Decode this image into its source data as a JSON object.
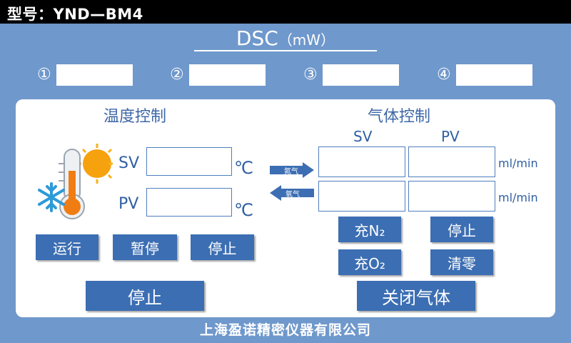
{
  "header": {
    "model_label": "型号：YND—BM4"
  },
  "title": {
    "main": "DSC",
    "unit": "（mW）"
  },
  "slots": [
    {
      "num": "①"
    },
    {
      "num": "②"
    },
    {
      "num": "③"
    },
    {
      "num": "④"
    }
  ],
  "temp": {
    "title": "温度控制",
    "sv_label": "SV",
    "pv_label": "PV",
    "sv_value": "",
    "pv_value": "",
    "unit": "℃",
    "run_label": "运行",
    "pause_label": "暂停",
    "stop_label": "停止",
    "big_stop_label": "停止"
  },
  "gas": {
    "title": "气体控制",
    "sv_label": "SV",
    "pv_label": "PV",
    "nitrogen_label": "氮气",
    "oxygen_label": "氧气",
    "unit_row1": "ml/min",
    "unit_row2": "ml/min",
    "fill_n2_label": "充N₂",
    "stop_label": "停止",
    "fill_o2_label": "充O₂",
    "zero_label": "清零",
    "close_label": "关闭气体"
  },
  "footer": {
    "company": "上海盈诺精密仪器有限公司"
  },
  "colors": {
    "background": "#6f98cc",
    "button": "#3c6eb3",
    "panel": "#ffffff",
    "topbar": "#000000"
  }
}
